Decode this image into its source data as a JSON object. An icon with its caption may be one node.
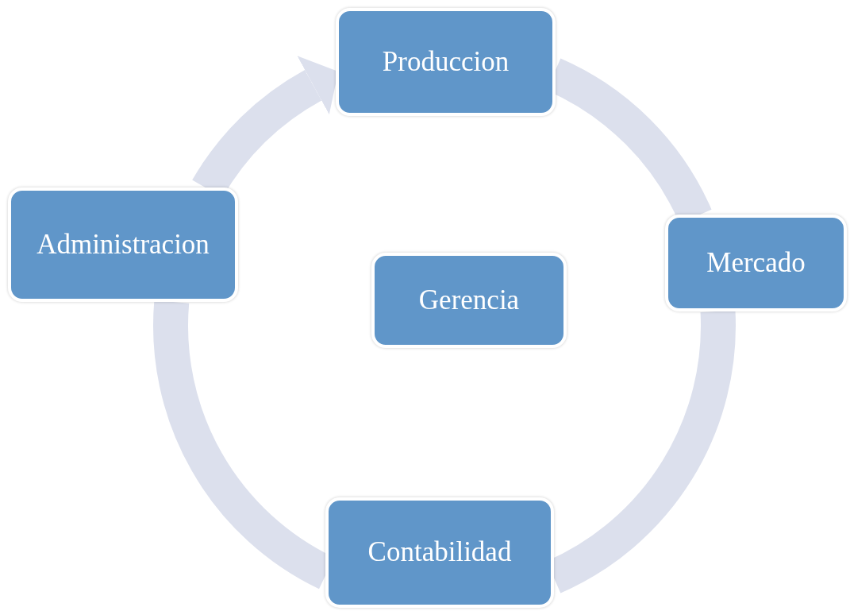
{
  "diagram": {
    "nodes": [
      {
        "text": [
          "Produccion"
        ]
      },
      {
        "text": [
          "Administracion"
        ]
      },
      {
        "text": [
          "Mercado"
        ]
      },
      {
        "text": [
          "Gerencia"
        ]
      },
      {
        "text": [
          "Contabilidad"
        ]
      }
    ],
    "edges": [
      {
        "from": 0,
        "to": 2,
        "arrow": "none"
      },
      {
        "from": 2,
        "to": 4,
        "arrow": "none"
      },
      {
        "from": 4,
        "to": 1,
        "arrow": "none"
      },
      {
        "from": 1,
        "to": 0,
        "arrow": "to"
      }
    ]
  }
}
